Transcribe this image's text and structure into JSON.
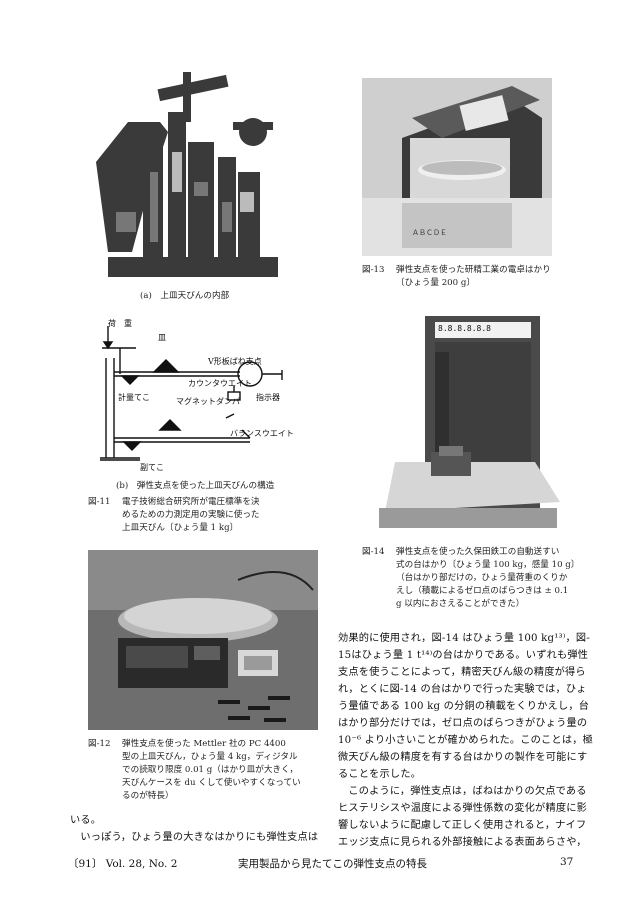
{
  "figure11": {
    "photo_caption": "(a)　上皿天びんの内部",
    "diagram_caption": "(b)　弾性支点を使った上皿天びんの構造",
    "diagram_labels": {
      "load": "荷　重",
      "pan": "皿",
      "v_spring": "V形板ばね支点",
      "counterweight": "カウンタウエイト",
      "magnet_damper": "マグネットダンパ",
      "weighing_lever": "計量てこ",
      "indicator": "指示器",
      "balance_weight": "バランスウエイト",
      "sub_lever": "副てこ"
    },
    "caption_label": "図-11",
    "caption_lines": [
      "電子技術総合研究所が電圧標準を決",
      "めるための力測定用の実験に使った",
      "上皿天びん〔ひょう量 1 kg〕"
    ]
  },
  "figure12": {
    "caption_label": "図-12",
    "caption_lines": [
      "弾性支点を使った Mettler 社の PC 4400",
      "型の上皿天びん，ひょう量 4 kg，ディジタル",
      "での読取り限度 0.01 g（はかり皿が大きく，",
      "天びんケースを du くして使いやすくなってい",
      "るのが特長）"
    ]
  },
  "figure13": {
    "caption_label": "図-13",
    "caption_lines": [
      "弾性支点を使った研精工業の電卓はかり",
      "〔ひょう量 200 g〕"
    ],
    "device_label": "ＡＢＣＤＥ"
  },
  "figure14": {
    "caption_label": "図-14",
    "caption_lines": [
      "弾性支点を使った久保田鉄工の自動送すい",
      "式の台はかり〔ひょう量 100 kg，感量 10 g〕",
      "（台はかり部だけの，ひょう量荷重のくりか",
      "えし（積載によるゼロ点のばらつきは ± 0.1",
      "g 以内におさえることができた）"
    ],
    "display_text": "8.8.8.8.8.8"
  },
  "body": {
    "right_col": [
      "効果的に使用され，図-14 はひょう量 100 kg¹³⁾，図-",
      "15はひょう量 1 t¹⁴⁾の台はかりである。いずれも弾性",
      "支点を使うことによって，精密天びん級の精度が得ら",
      "れ，とくに図-14 の台はかりで行った実験では，ひょ",
      "う量値である 100 kg の分銅の積載をくりかえし，台",
      "はかり部分だけでは，ゼロ点のばらつきがひょう量の",
      "10⁻⁶ より小さいことが確かめられた。このことは，極",
      "微天びん級の精度を有する台はかりの製作を可能にす",
      "ることを示した。",
      "　このように，弾性支点は，ばねはかりの欠点である",
      "ヒステリシスや温度による弾性係数の変化が精度に影",
      "響しないように配慮して正しく使用されると，ナイフ",
      "エッジ支点に見られる外部接触による表面あらさや，"
    ],
    "left_col": [
      "いる。",
      "　いっぽう，ひょう量の大きなはかりにも弾性支点は"
    ]
  },
  "footer": {
    "issue": "〔91〕 Vol. 28,  No. 2",
    "title": "実用製品から見たてこの弾性支点の特長",
    "page": "37"
  }
}
